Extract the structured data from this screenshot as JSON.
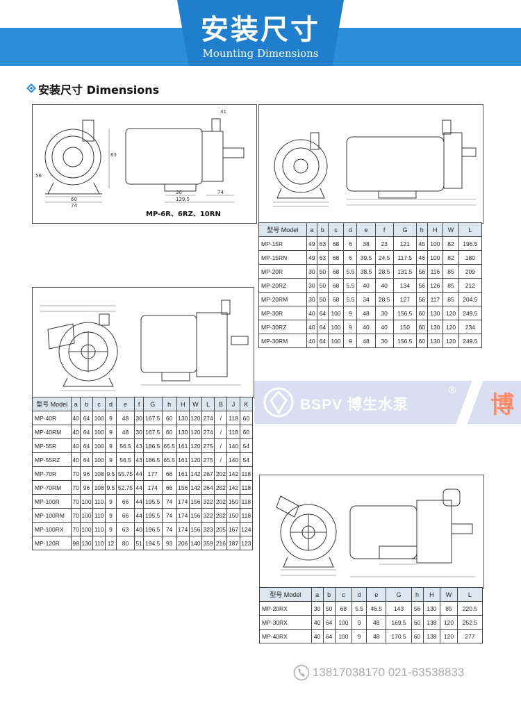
{
  "header": {
    "title": "安装尺寸",
    "subtitle": "Mounting Dimensions"
  },
  "section": {
    "title": "安装尺寸 Dimensions"
  },
  "panel1": {
    "title": "MP-6R、6RZ、10RN",
    "dims": [
      "31",
      "83",
      "56",
      "60",
      "74",
      "30",
      "129.5",
      "74"
    ]
  },
  "table1": {
    "headers": [
      "型号 Model",
      "a",
      "b",
      "c",
      "d",
      "e",
      "f",
      "G",
      "h",
      "H",
      "W",
      "L"
    ],
    "rows": [
      [
        "MP-15R",
        "49",
        "63",
        "68",
        "6",
        "38",
        "23",
        "121",
        "45",
        "100",
        "82",
        "196.5"
      ],
      [
        "MP-15RN",
        "49",
        "63",
        "68",
        "6",
        "39.5",
        "24.5",
        "117.5",
        "46",
        "100",
        "82",
        "180"
      ],
      [
        "MP-20R",
        "30",
        "50",
        "68",
        "5.5",
        "38.5",
        "28.5",
        "131.5",
        "56",
        "116",
        "85",
        "209"
      ],
      [
        "MP-20RZ",
        "30",
        "50",
        "68",
        "5.5",
        "40",
        "40",
        "134",
        "56",
        "126",
        "85",
        "212"
      ],
      [
        "MP-20RM",
        "30",
        "50",
        "68",
        "5.5",
        "34",
        "28.5",
        "127",
        "56",
        "117",
        "85",
        "204.5"
      ],
      [
        "MP-30R",
        "40",
        "64",
        "100",
        "9",
        "48",
        "30",
        "156.5",
        "60",
        "130",
        "120",
        "249.5"
      ],
      [
        "MP-30RZ",
        "40",
        "64",
        "100",
        "9",
        "40",
        "40",
        "150",
        "60",
        "130",
        "120",
        "234"
      ],
      [
        "MP-30RM",
        "40",
        "64",
        "100",
        "9",
        "48",
        "30",
        "156.5",
        "60",
        "130",
        "120",
        "249.5"
      ]
    ]
  },
  "table2": {
    "headers": [
      "型号 Model",
      "a",
      "b",
      "c",
      "d",
      "e",
      "f",
      "G",
      "h",
      "H",
      "W",
      "L",
      "B",
      "J",
      "K"
    ],
    "rows": [
      [
        "MP-40R",
        "40",
        "64",
        "100",
        "9",
        "48",
        "30",
        "167.5",
        "60",
        "130",
        "120",
        "274",
        "/",
        "118",
        "60"
      ],
      [
        "MP-40RM",
        "40",
        "64",
        "100",
        "9",
        "48",
        "30",
        "167.5",
        "60",
        "130",
        "120",
        "274",
        "/",
        "118",
        "60"
      ],
      [
        "MP-55R",
        "40",
        "64",
        "100",
        "9",
        "56.5",
        "43",
        "186.5",
        "65.5",
        "161",
        "120",
        "275",
        "/",
        "140",
        "54"
      ],
      [
        "MP-55RZ",
        "40",
        "64",
        "100",
        "9",
        "56.5",
        "43",
        "186.5",
        "65.5",
        "161",
        "120",
        "275",
        "/",
        "140",
        "54"
      ],
      [
        "MP-70R",
        "70",
        "96",
        "108",
        "9.5",
        "55.75",
        "44",
        "177",
        "66",
        "161",
        "142",
        "267",
        "202",
        "142",
        "118"
      ],
      [
        "MP-70RM",
        "70",
        "96",
        "108",
        "9.5",
        "52.75",
        "44",
        "174",
        "66",
        "156",
        "142",
        "264",
        "202",
        "142",
        "118"
      ],
      [
        "MP-100R",
        "70",
        "100",
        "110",
        "9",
        "66",
        "44",
        "195.5",
        "74",
        "174",
        "156",
        "322",
        "202",
        "150",
        "118"
      ],
      [
        "MP-100RM",
        "70",
        "100",
        "110",
        "9",
        "66",
        "44",
        "195.5",
        "74",
        "174",
        "156",
        "322",
        "202",
        "150",
        "118"
      ],
      [
        "MP-100RX",
        "70",
        "100",
        "110",
        "9",
        "63",
        "40",
        "196.5",
        "74",
        "174",
        "156",
        "323",
        "205",
        "167",
        "124"
      ],
      [
        "MP-120R",
        "98",
        "130",
        "110",
        "12",
        "80",
        "51",
        "194.5",
        "93",
        "206",
        "140",
        "359",
        "216",
        "187",
        "123"
      ]
    ]
  },
  "table3": {
    "headers": [
      "型号 Model",
      "a",
      "b",
      "c",
      "d",
      "e",
      "G",
      "h",
      "H",
      "W",
      "L"
    ],
    "rows": [
      [
        "MP-20RX",
        "30",
        "50",
        "68",
        "5.5",
        "46.5",
        "143",
        "56",
        "130",
        "85",
        "220.5"
      ],
      [
        "MP-30RX",
        "40",
        "64",
        "100",
        "9",
        "48",
        "169.5",
        "60",
        "138",
        "120",
        "252.5"
      ],
      [
        "MP-40RX",
        "40",
        "64",
        "100",
        "9",
        "48",
        "170.5",
        "60",
        "138",
        "120",
        "277"
      ]
    ]
  },
  "watermark": {
    "brand": "BSPV 博生水泵",
    "reg": "®",
    "cut": "博"
  },
  "contact": {
    "text": "13817038170  021-63538833"
  }
}
